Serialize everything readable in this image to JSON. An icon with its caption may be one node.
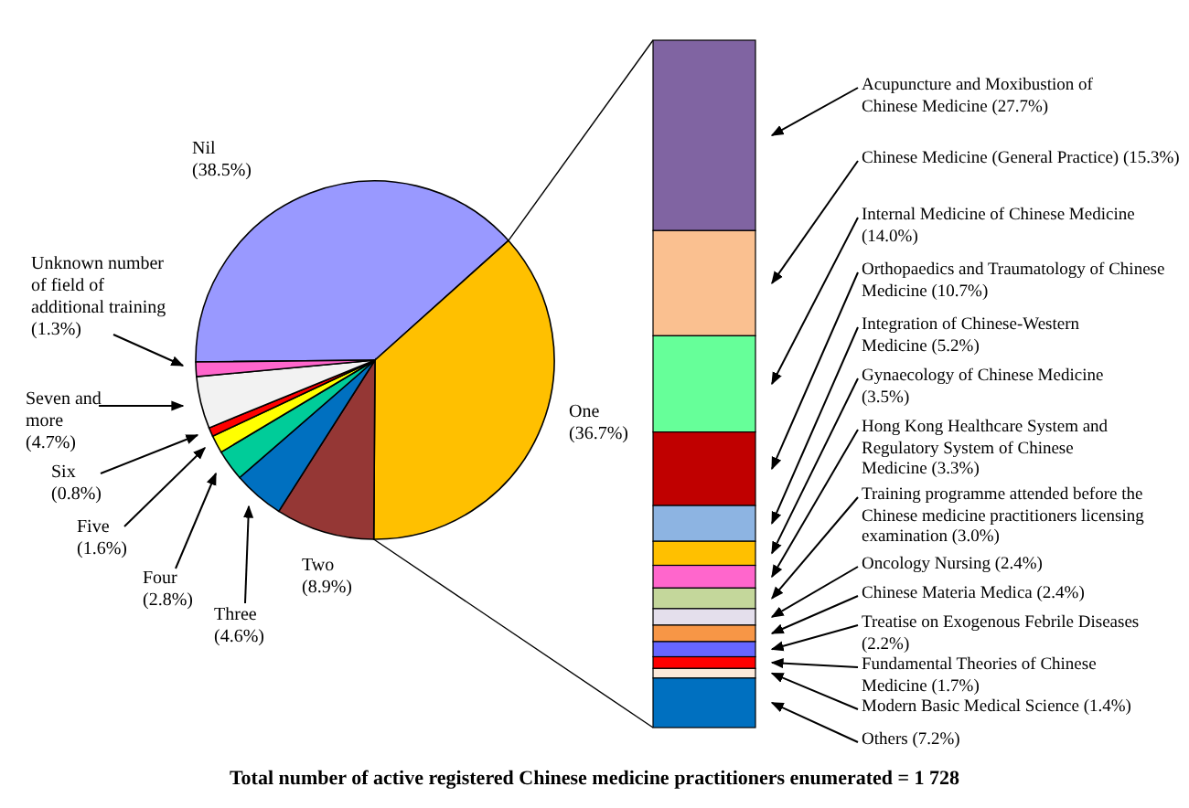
{
  "diagram": {
    "caption": "Total number of active registered Chinese medicine practitioners enumerated = 1 728",
    "nodes": [
      {
        "text": [],
        "shape": "bar"
      },
      {
        "text": [],
        "shape": "bar",
        "in": 0
      },
      {
        "text": [],
        "shape": "bar",
        "in": 0
      },
      {
        "text": [],
        "shape": "bar",
        "in": 0
      },
      {
        "text": [],
        "shape": "bar",
        "in": 0
      },
      {
        "text": [],
        "shape": "bar",
        "in": 0
      },
      {
        "text": [],
        "shape": "bar",
        "in": 0
      },
      {
        "text": [],
        "shape": "bar",
        "in": 0
      },
      {
        "text": [],
        "shape": "bar",
        "in": 0
      },
      {
        "text": [],
        "shape": "bar",
        "in": 0
      },
      {
        "text": [],
        "shape": "bar",
        "in": 0
      },
      {
        "text": [],
        "shape": "bar",
        "in": 0
      },
      {
        "text": [],
        "shape": "bar",
        "in": 0
      },
      {
        "text": [],
        "shape": "bar",
        "in": 0
      },
      {
        "text": [],
        "shape": "bar",
        "in": 0
      },
      {
        "text": [
          "Acupuncture and Moxibustion of Chinese Medicine (27.7%)"
        ]
      },
      {
        "text": [
          "Chinese Medicine (General Practice) (15.3%)"
        ]
      },
      {
        "text": [
          "Internal Medicine of Chinese Medicine (14.0%)"
        ]
      },
      {
        "text": [
          "Orthopaedics and Traumatology of Chinese Medicine (10.7%)"
        ]
      },
      {
        "text": [
          "Integration of Chinese-Western Medicine (5.2%)"
        ]
      },
      {
        "text": [
          "Gynaecology of Chinese Medicine (3.5%)"
        ]
      },
      {
        "text": [
          "Hong Kong Healthcare System and Regulatory System of Chinese Medicine (3.3%)"
        ]
      },
      {
        "text": [
          "Training programme attended before the Chinese medicine practitioners licensing examination (3.0%)"
        ]
      },
      {
        "text": [
          "Oncology Nursing (2.4%)"
        ]
      },
      {
        "text": [
          "Chinese Materia Medica (2.4%)"
        ]
      },
      {
        "text": [
          "Treatise on Exogenous Febrile Diseases (2.2%)"
        ]
      },
      {
        "text": [
          "Fundamental Theories of Chinese Medicine (1.7%)"
        ]
      },
      {
        "text": [
          "Modern Basic Medical Science (1.4%)"
        ]
      },
      {
        "text": [
          "Others (7.2%)"
        ]
      },
      {
        "text": [],
        "shape": "circle"
      }
    ],
    "edges": [
      {
        "from": 29,
        "to": 0,
        "arrow": "none"
      },
      {
        "from": 29,
        "to": 0,
        "arrow": "none"
      },
      {
        "from": 15,
        "to": 1,
        "arrow": "to"
      },
      {
        "from": 16,
        "to": 2,
        "arrow": "to"
      },
      {
        "from": 17,
        "to": 3,
        "arrow": "to"
      },
      {
        "from": 18,
        "to": 4,
        "arrow": "to"
      },
      {
        "from": 19,
        "to": 5,
        "arrow": "to"
      },
      {
        "from": 20,
        "to": 6,
        "arrow": "to"
      },
      {
        "from": 21,
        "to": 7,
        "arrow": "to"
      },
      {
        "from": 22,
        "to": 8,
        "arrow": "to"
      },
      {
        "from": 23,
        "to": 9,
        "arrow": "to"
      },
      {
        "from": 24,
        "to": 10,
        "arrow": "to"
      },
      {
        "from": 25,
        "to": 11,
        "arrow": "to"
      },
      {
        "from": 26,
        "to": 12,
        "arrow": "to"
      },
      {
        "from": 27,
        "to": 13,
        "arrow": "to"
      },
      {
        "from": 28,
        "to": 14,
        "arrow": "to"
      }
    ],
    "chart_data": {
      "type": "pie",
      "categories": [
        "Nil",
        "One",
        "Two",
        "Three",
        "Four",
        "Five",
        "Six",
        "Seven and more",
        "Unknown number of field of additional training"
      ],
      "values": [
        38.5,
        36.7,
        8.9,
        4.6,
        2.8,
        1.6,
        0.8,
        4.7,
        1.3
      ],
      "value_labels": [
        "(38.5%)",
        "(36.7%)",
        "(8.9%)",
        "(4.6%)",
        "(2.8%)",
        "(1.6%)",
        "(0.8%)",
        "(4.7%)",
        "(1.3%)"
      ]
    }
  }
}
